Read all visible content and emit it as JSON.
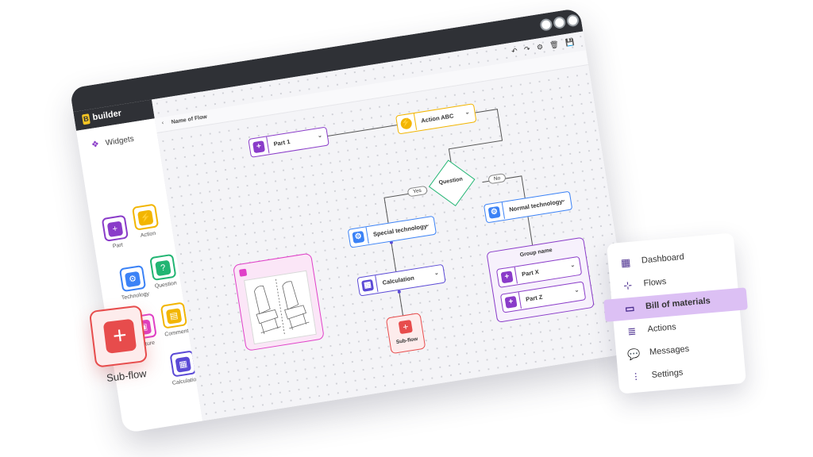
{
  "app": {
    "brand": "builder",
    "flow_name": "Name of Flow"
  },
  "toolbar": {
    "undo": "↶",
    "redo": "↷",
    "settings": "⚙",
    "delete": "🗑",
    "save": "💾"
  },
  "widgets": {
    "title": "Widgets",
    "items": [
      {
        "label": "Part",
        "glyph": "+",
        "color": "#8a3cc9"
      },
      {
        "label": "Action",
        "glyph": "⚡",
        "color": "#f2b500"
      },
      {
        "label": "Technology",
        "glyph": "⚙",
        "color": "#3b82f6"
      },
      {
        "label": "Question",
        "glyph": "?",
        "color": "#22b573"
      },
      {
        "label": "Picture",
        "glyph": "▣",
        "color": "#e040c8"
      },
      {
        "label": "Comment",
        "glyph": "▤",
        "color": "#f2b500"
      },
      {
        "label": "Calculation",
        "glyph": "▦",
        "color": "#5b4ad6"
      }
    ]
  },
  "flow": {
    "part1": "Part 1",
    "action": "Action ABC",
    "question": "Question",
    "yes": "Yes",
    "no": "No",
    "special_tech": "Special technology",
    "normal_tech": "Normal technology",
    "calculation": "Calculation",
    "subflow": "Sub-flow",
    "group_name": "Group name",
    "part_x": "Part X",
    "part_z": "Part Z"
  },
  "floating": {
    "subflow_label": "Sub-flow"
  },
  "menu": {
    "items": [
      {
        "label": "Dashboard",
        "icon": "dashboard-icon",
        "glyph": "▦"
      },
      {
        "label": "Flows",
        "icon": "flows-icon",
        "glyph": "⊹"
      },
      {
        "label": "Bill of materials",
        "icon": "bill-of-materials-icon",
        "glyph": "▭",
        "active": true
      },
      {
        "label": "Actions",
        "icon": "actions-icon",
        "glyph": "≣"
      },
      {
        "label": "Messages",
        "icon": "messages-icon",
        "glyph": "💬"
      },
      {
        "label": "Settings",
        "icon": "settings-icon",
        "glyph": "⫶"
      }
    ]
  },
  "colors": {
    "dark": "#2f3136",
    "purple": "#8a3cc9",
    "yellow": "#f2b500",
    "blue": "#3b82f6",
    "green": "#22b573",
    "pink": "#e040c8",
    "red": "#e74c4c",
    "menu_active": "#dcc0f4"
  }
}
